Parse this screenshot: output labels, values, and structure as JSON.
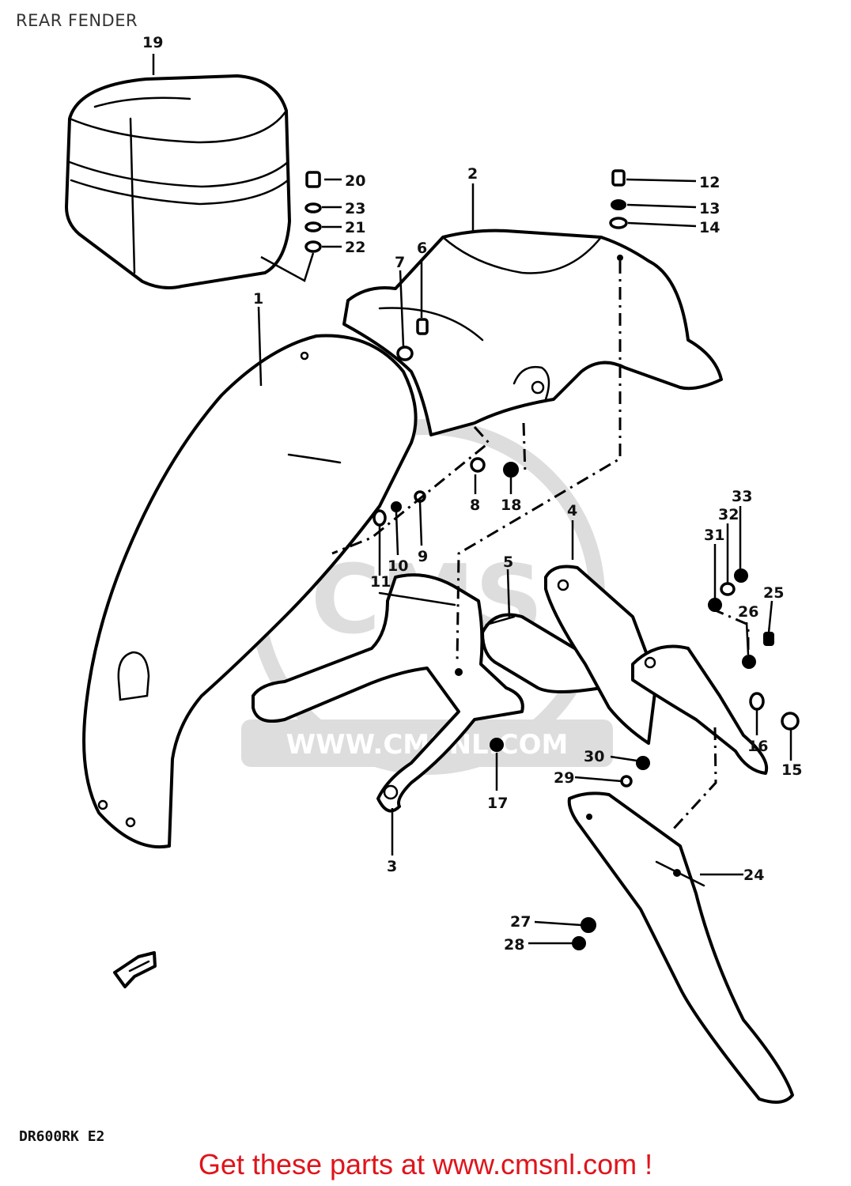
{
  "page_title": "REAR FENDER",
  "model_code": "DR600RK E2",
  "footer_text": "Get these parts at www.cmsnl.com !",
  "watermark_text": "WWW.CMSNL.COM",
  "watermark_logo": "CMS",
  "callouts": [
    "19",
    "20",
    "23",
    "21",
    "22",
    "2",
    "12",
    "13",
    "14",
    "1",
    "7",
    "6",
    "8",
    "18",
    "9",
    "10",
    "11",
    "33",
    "32",
    "31",
    "25",
    "26",
    "4",
    "5",
    "30",
    "29",
    "17",
    "16",
    "15",
    "3",
    "24",
    "27",
    "28"
  ]
}
